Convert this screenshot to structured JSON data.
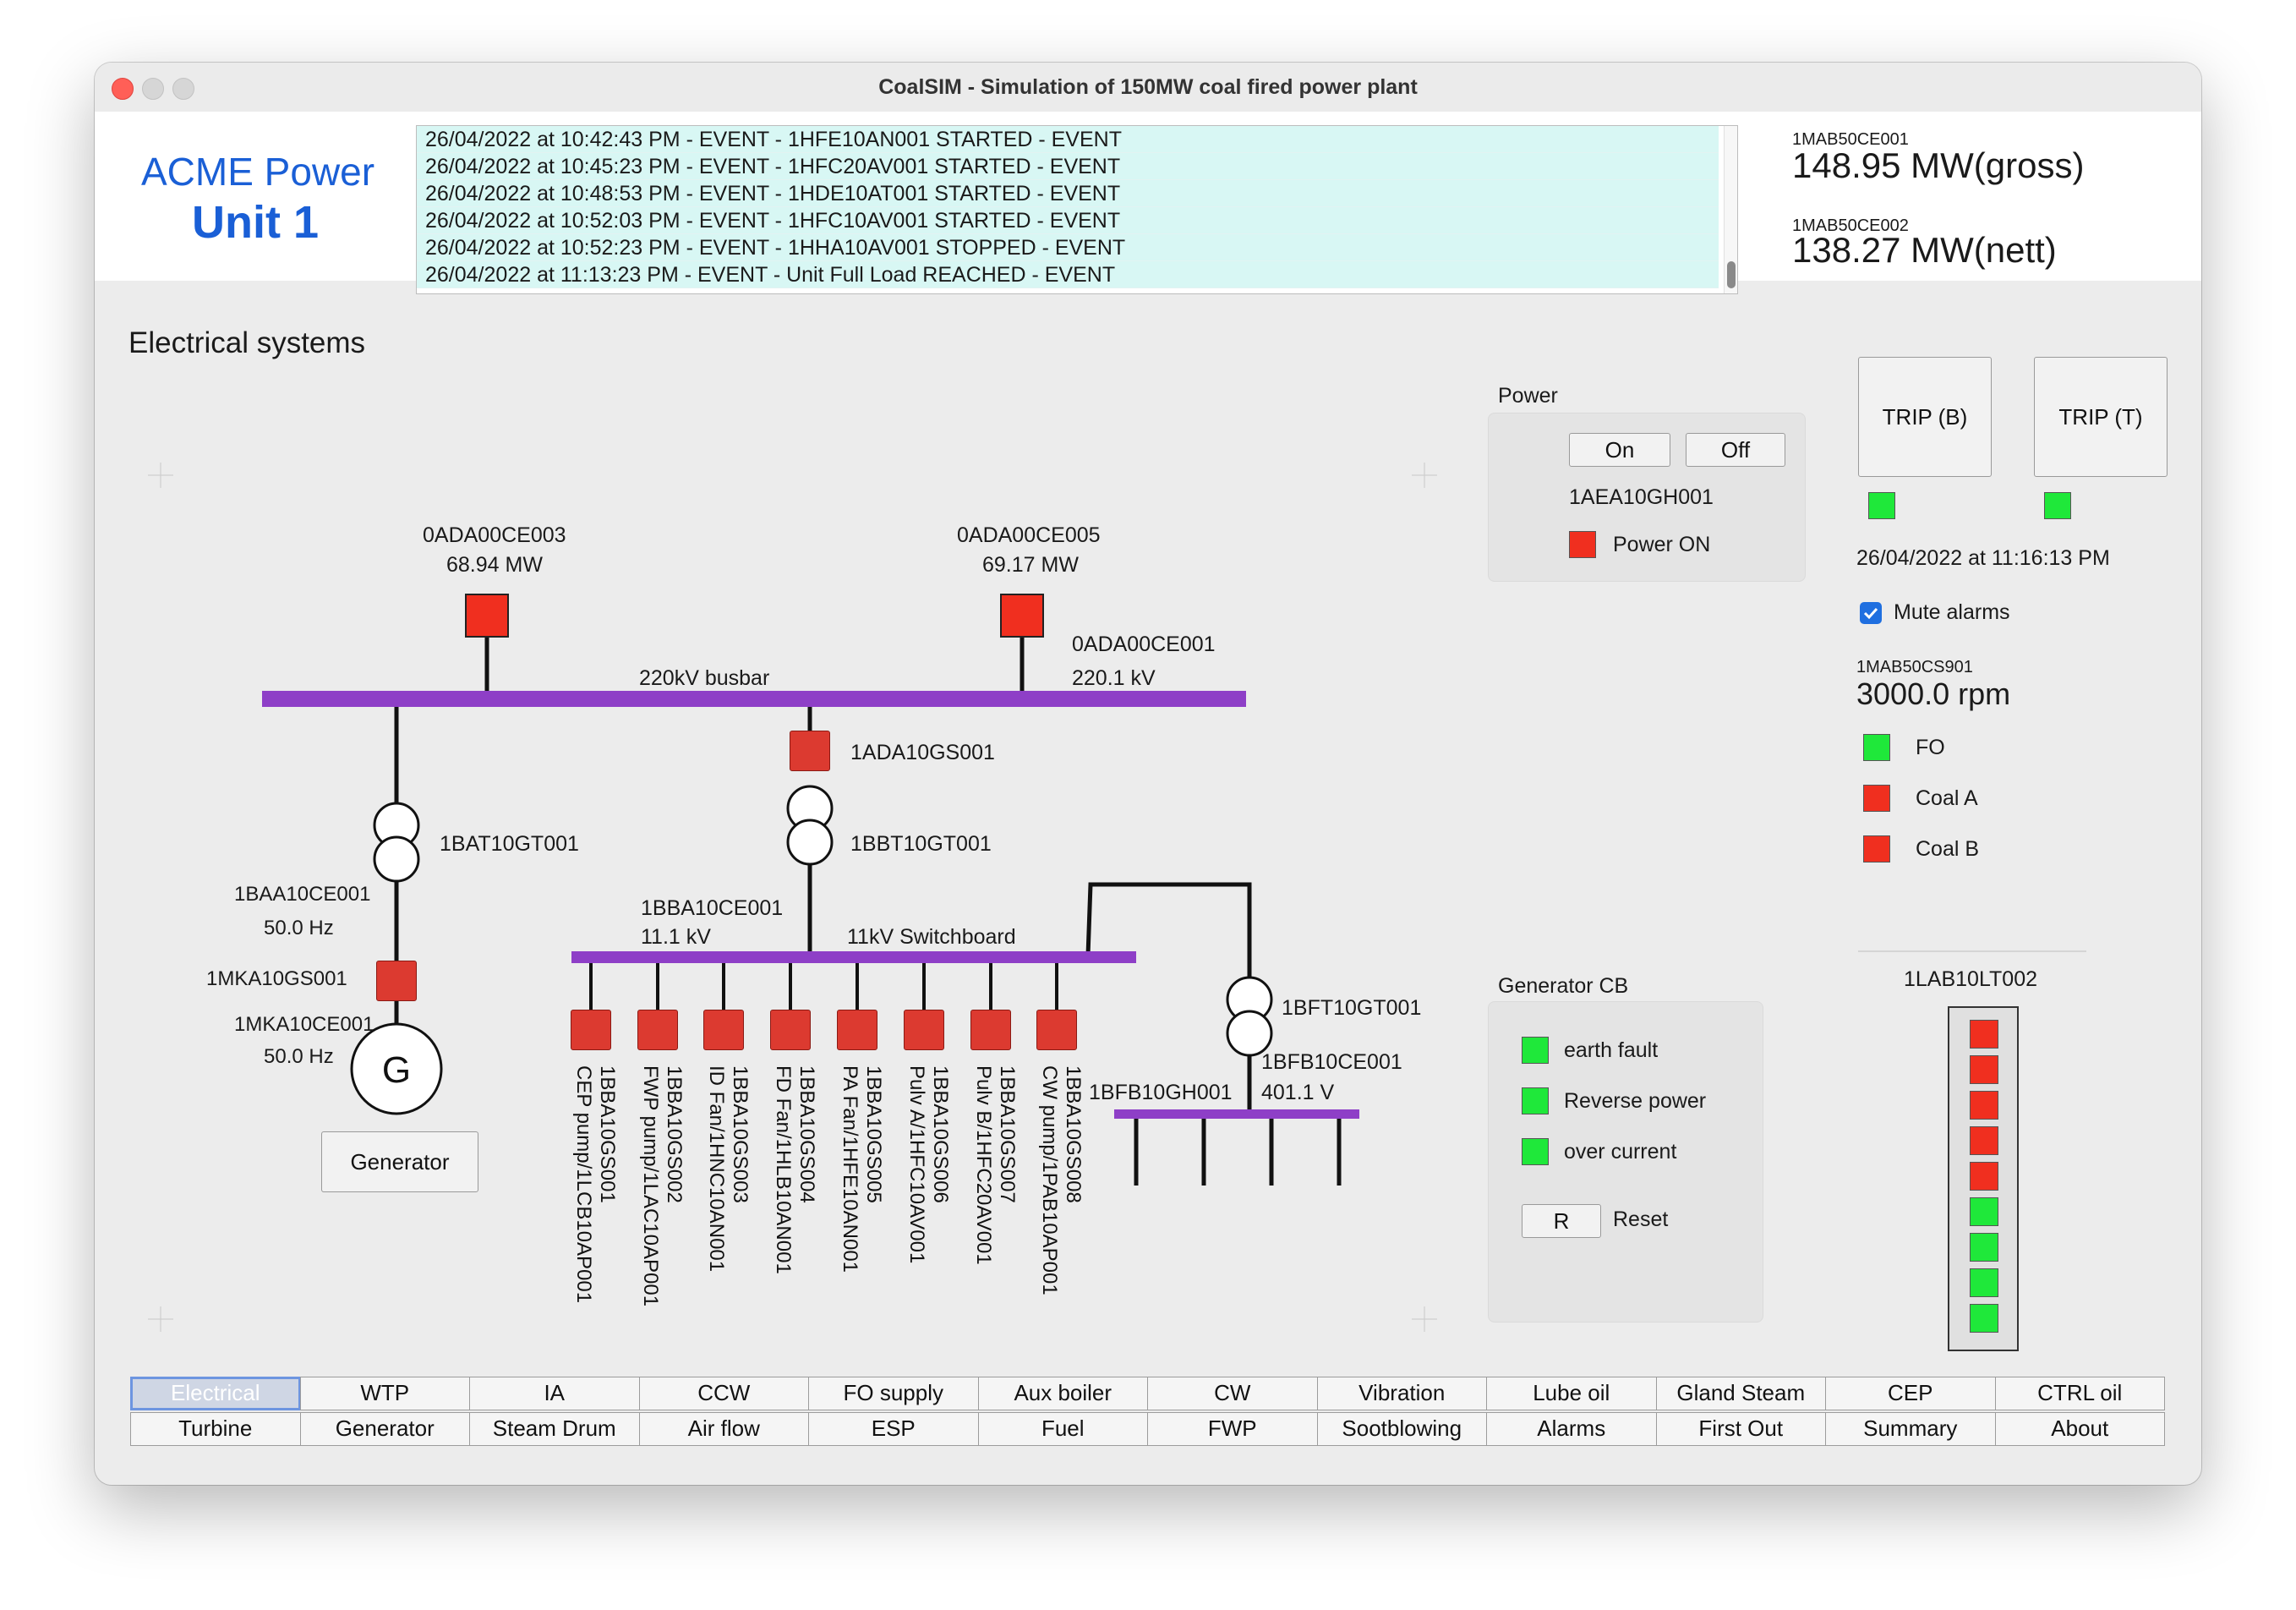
{
  "window": {
    "title": "CoalSIM - Simulation of 150MW coal fired power plant"
  },
  "brand": {
    "company": "ACME Power",
    "unit": "Unit 1"
  },
  "event_log": [
    "26/04/2022 at 10:42:43 PM - EVENT - 1HFE10AN001 STARTED - EVENT",
    "26/04/2022 at 10:45:23 PM - EVENT - 1HFC20AV001 STARTED - EVENT",
    "26/04/2022 at 10:48:53 PM - EVENT - 1HDE10AT001 STARTED - EVENT",
    "26/04/2022 at 10:52:03 PM - EVENT - 1HFC10AV001 STARTED - EVENT",
    "26/04/2022 at 10:52:23 PM - EVENT - 1HHA10AV001 STOPPED - EVENT",
    "26/04/2022 at 11:13:23 PM - EVENT - Unit Full Load REACHED - EVENT"
  ],
  "output": {
    "gross_tag": "1MAB50CE001",
    "gross_value": "148.95 MW",
    "gross_suffix": "(gross)",
    "nett_tag": "1MAB50CE002",
    "nett_value": "138.27 MW",
    "nett_suffix": "(nett)"
  },
  "section_title": "Electrical systems",
  "power_panel": {
    "label": "Power",
    "on_label": "On",
    "off_label": "Off",
    "tag": "1AEA10GH001",
    "status_label": "Power ON",
    "status_color": "#f02f1f"
  },
  "trip": {
    "b_label": "TRIP (B)",
    "t_label": "TRIP (T)"
  },
  "clock": "26/04/2022 at 11:16:13 PM",
  "mute_alarms": {
    "label": "Mute alarms",
    "checked": true
  },
  "speed": {
    "tag": "1MAB50CS901",
    "value": "3000.0 rpm"
  },
  "fuel_indicators": [
    {
      "label": "FO",
      "color": "#1fe83a"
    },
    {
      "label": "Coal A",
      "color": "#f02f1f"
    },
    {
      "label": "Coal B",
      "color": "#f02f1f"
    }
  ],
  "level": {
    "tag": "1LAB10LT002",
    "cells": [
      "#f02f1f",
      "#f02f1f",
      "#f02f1f",
      "#f02f1f",
      "#f02f1f",
      "#1fe83a",
      "#1fe83a",
      "#1fe83a",
      "#1fe83a"
    ]
  },
  "generator_cb": {
    "label": "Generator CB",
    "items": [
      {
        "label": "earth fault",
        "color": "#1fe83a"
      },
      {
        "label": "Reverse power",
        "color": "#1fe83a"
      },
      {
        "label": "over current",
        "color": "#1fe83a"
      }
    ],
    "reset_button": "R",
    "reset_label": "Reset"
  },
  "diagram": {
    "feeder1_tag": "0ADA00CE003",
    "feeder1_value": "68.94 MW",
    "feeder2_tag": "0ADA00CE005",
    "feeder2_value": "69.17 MW",
    "bus_voltage_tag": "0ADA00CE001",
    "bus_voltage_value": "220.1 kV",
    "busbar_label": "220kV busbar",
    "breaker_main": "1ADA10GS001",
    "gen_transformer": "1BAT10GT001",
    "aux_transformer": "1BBT10GT001",
    "gen_freq_tag": "1BAA10CE001",
    "gen_freq_value": "50.0 Hz",
    "gen_breaker": "1MKA10GS001",
    "gen_freq2_tag": "1MKA10CE001",
    "gen_freq2_value": "50.0 Hz",
    "generator_symbol": "G",
    "generator_button": "Generator",
    "switchboard_tag": "1BBA10CE001",
    "switchboard_value": "11.1 kV",
    "switchboard_label": "11kV Switchboard",
    "lv_transformer": "1BFT10GT001",
    "lv_tag": "1BFB10CE001",
    "lv_value": "401.1 V",
    "lv_bus_label": "1BFB10GH001",
    "feeders": [
      {
        "tag": "1BBA10GS001",
        "load": "CEP pump/1LCB10AP001"
      },
      {
        "tag": "1BBA10GS002",
        "load": "FWP pump/1LAC10AP001"
      },
      {
        "tag": "1BBA10GS003",
        "load": "ID Fan/1HNC10AN001"
      },
      {
        "tag": "1BBA10GS004",
        "load": "FD Fan/1HLB10AN001"
      },
      {
        "tag": "1BBA10GS005",
        "load": "PA Fan/1HFE10AN001"
      },
      {
        "tag": "1BBA10GS006",
        "load": "Pulv A/1HFC10AV001"
      },
      {
        "tag": "1BBA10GS007",
        "load": "Pulv B/1HFC20AV001"
      },
      {
        "tag": "1BBA10GS008",
        "load": "CW pump/1PAB10AP001"
      }
    ]
  },
  "tabs": {
    "row1": [
      "Electrical",
      "WTP",
      "IA",
      "CCW",
      "FO supply",
      "Aux boiler",
      "CW",
      "Vibration",
      "Lube oil",
      "Gland Steam",
      "CEP",
      "CTRL oil"
    ],
    "row2": [
      "Turbine",
      "Generator",
      "Steam Drum",
      "Air flow",
      "ESP",
      "Fuel",
      "FWP",
      "Sootblowing",
      "Alarms",
      "First Out",
      "Summary",
      "About"
    ],
    "active": "Electrical"
  },
  "colors": {
    "busbar": "#8e3fc7",
    "breaker": "#dc3a30",
    "indicator_on": "#1fe83a",
    "indicator_off": "#f02f1f"
  }
}
